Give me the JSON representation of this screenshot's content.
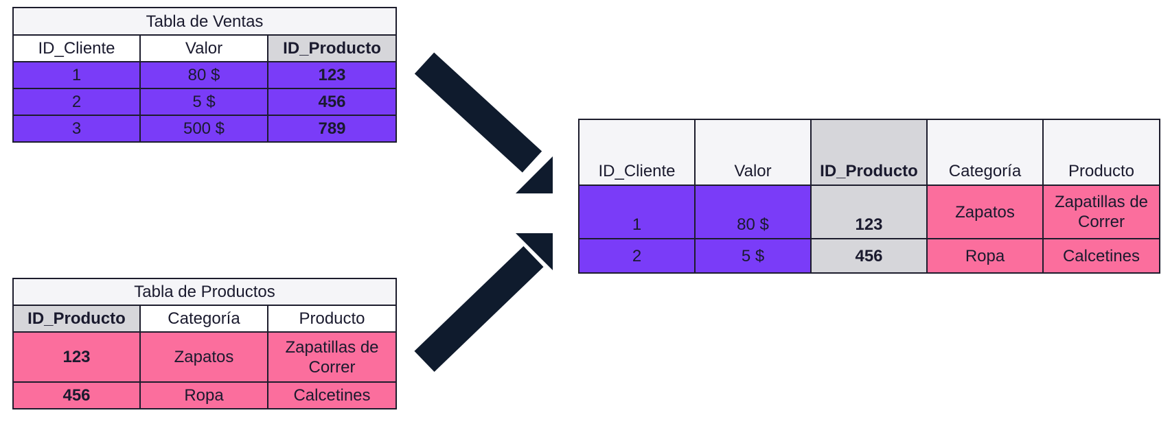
{
  "ventas": {
    "title": "Tabla de Ventas",
    "headers": [
      "ID_Cliente",
      "Valor",
      "ID_Producto"
    ],
    "rows": [
      [
        "1",
        "80 $",
        "123"
      ],
      [
        "2",
        "5 $",
        "456"
      ],
      [
        "3",
        "500 $",
        "789"
      ]
    ]
  },
  "productos": {
    "title": "Tabla de Productos",
    "headers": [
      "ID_Producto",
      "Categoría",
      "Producto"
    ],
    "rows": [
      [
        "123",
        "Zapatos",
        "Zapatillas de Correr"
      ],
      [
        "456",
        "Ropa",
        "Calcetines"
      ]
    ]
  },
  "resultado": {
    "headers": [
      "ID_Cliente",
      "Valor",
      "ID_Producto",
      "Categoría",
      "Producto"
    ],
    "rows": [
      [
        "1",
        "80 $",
        "123",
        "Zapatos",
        "Zapatillas de Correr"
      ],
      [
        "2",
        "5 $",
        "456",
        "Ropa",
        "Calcetines"
      ]
    ]
  },
  "colors": {
    "sales_rows": "#7a3cf8",
    "product_rows": "#fb6e9d",
    "key_column": "#d6d6da",
    "arrow": "#0f1b2d"
  }
}
